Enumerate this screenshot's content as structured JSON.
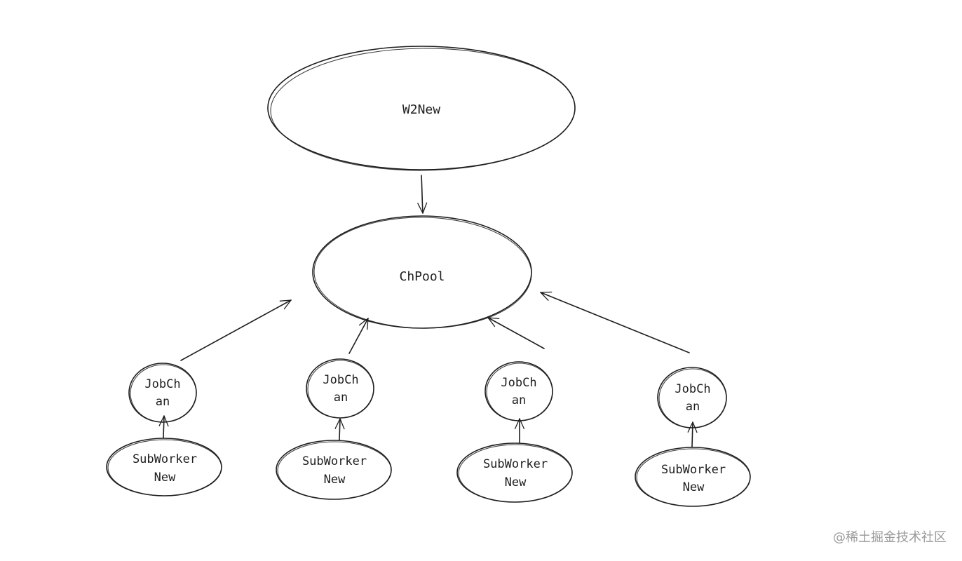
{
  "nodes": {
    "w2new": {
      "label": "W2New"
    },
    "chpool": {
      "label": "ChPool"
    },
    "jobchan_1": {
      "line1": "JobCh",
      "line2": "an"
    },
    "jobchan_2": {
      "line1": "JobCh",
      "line2": "an"
    },
    "jobchan_3": {
      "line1": "JobCh",
      "line2": "an"
    },
    "jobchan_4": {
      "line1": "JobCh",
      "line2": "an"
    },
    "subworker_1": {
      "line1": "SubWorker",
      "line2": "New"
    },
    "subworker_2": {
      "line1": "SubWorker",
      "line2": "New"
    },
    "subworker_3": {
      "line1": "SubWorker",
      "line2": "New"
    },
    "subworker_4": {
      "line1": "SubWorker",
      "line2": "New"
    }
  },
  "edges": [
    {
      "from": "w2new",
      "to": "chpool"
    },
    {
      "from": "jobchan_1",
      "to": "chpool"
    },
    {
      "from": "jobchan_2",
      "to": "chpool"
    },
    {
      "from": "jobchan_3",
      "to": "chpool"
    },
    {
      "from": "jobchan_4",
      "to": "chpool"
    },
    {
      "from": "subworker_1",
      "to": "jobchan_1"
    },
    {
      "from": "subworker_2",
      "to": "jobchan_2"
    },
    {
      "from": "subworker_3",
      "to": "jobchan_3"
    },
    {
      "from": "subworker_4",
      "to": "jobchan_4"
    }
  ],
  "watermark": "@稀土掘金技术社区"
}
